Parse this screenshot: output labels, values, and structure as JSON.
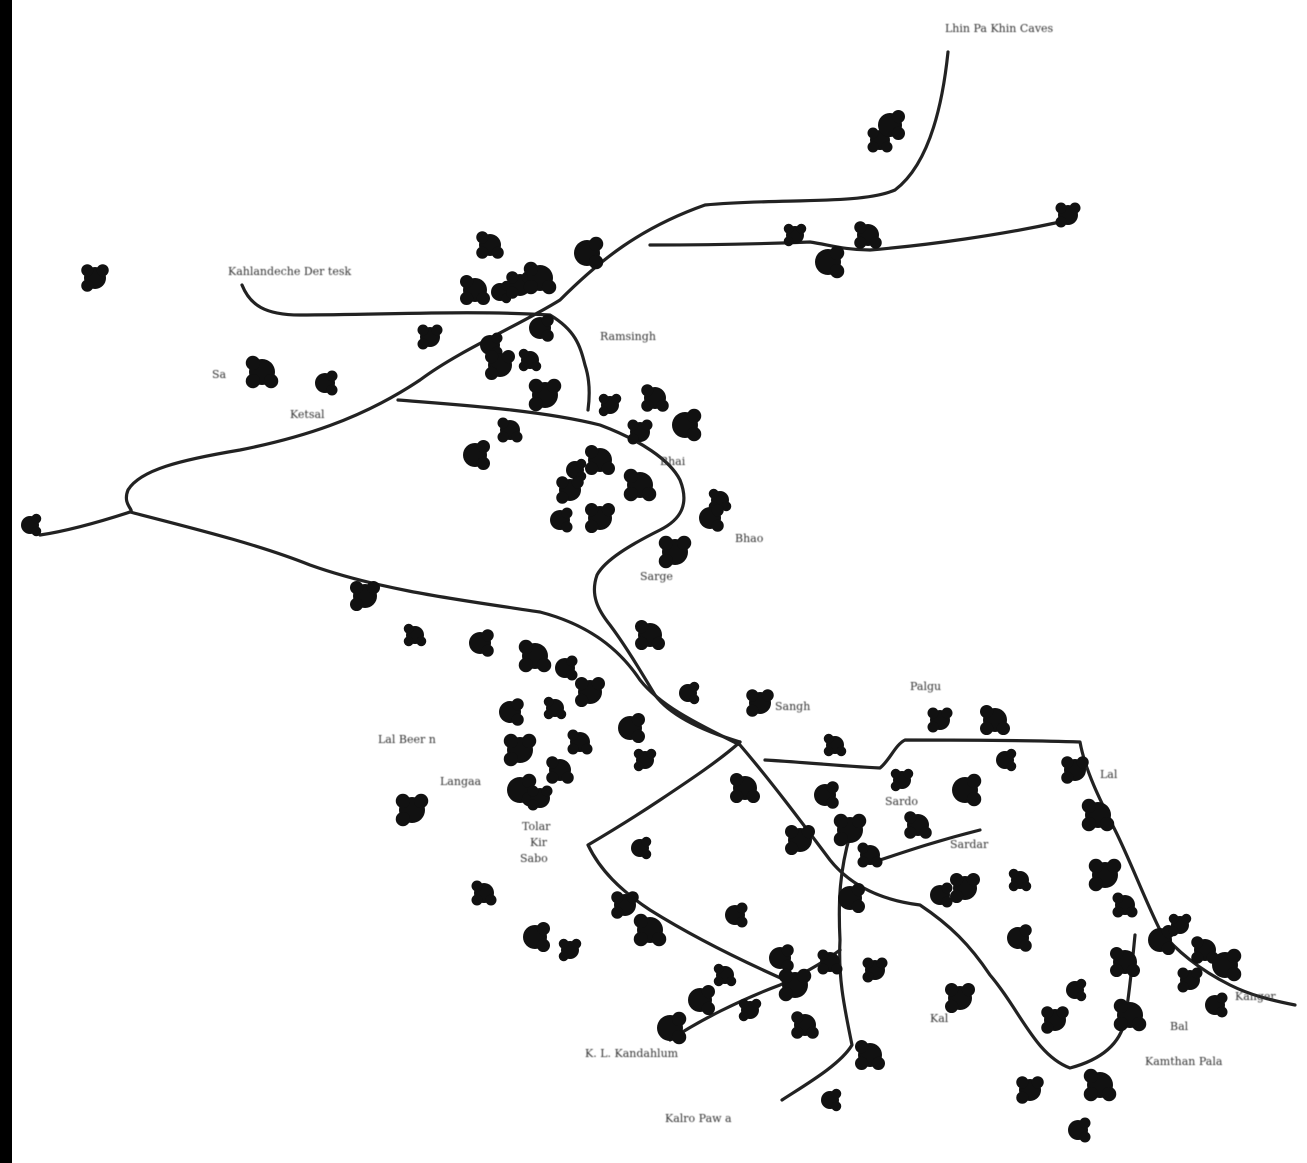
{
  "colors": {
    "ink": "#111111",
    "route": "#222222",
    "background": "#ffffff"
  },
  "site_icon": "blob-marker-icon",
  "labels": [
    {
      "id": "upper-right",
      "text": "Lhin Pa Khin Caves"
    },
    {
      "id": "upper-left-road",
      "text": "Kahlandeche Der tesk"
    },
    {
      "id": "west-site",
      "text": "Sa"
    },
    {
      "id": "west-site-2",
      "text": "Ketsal"
    },
    {
      "id": "central-north",
      "text": "Ramsingh"
    },
    {
      "id": "central-east",
      "text": "Bhai"
    },
    {
      "id": "central-mid",
      "text": "Sarge"
    },
    {
      "id": "south-east-top",
      "text": "Palgu"
    },
    {
      "id": "east-arch",
      "text": "Sangh"
    },
    {
      "id": "south-west",
      "text": "Lal Beer n"
    },
    {
      "id": "south-west-2",
      "text": "Langaa"
    },
    {
      "id": "south-center-a",
      "text": "Tolar"
    },
    {
      "id": "south-center-b",
      "text": "Kir"
    },
    {
      "id": "south-center-c",
      "text": "Sabo"
    },
    {
      "id": "east-1",
      "text": "Sardo"
    },
    {
      "id": "east-2",
      "text": "Sardar"
    },
    {
      "id": "east-3",
      "text": "Bhao"
    },
    {
      "id": "east-4",
      "text": "Lal"
    },
    {
      "id": "south-road",
      "text": "K. L. Kandahlum"
    },
    {
      "id": "south-bottom",
      "text": "Kalro Paw a"
    },
    {
      "id": "south-east-1",
      "text": "Kal"
    },
    {
      "id": "south-east-2",
      "text": "Kanger"
    },
    {
      "id": "south-east-3",
      "text": "Kamthan Pala"
    },
    {
      "id": "south-east-4",
      "text": "Bal"
    }
  ]
}
